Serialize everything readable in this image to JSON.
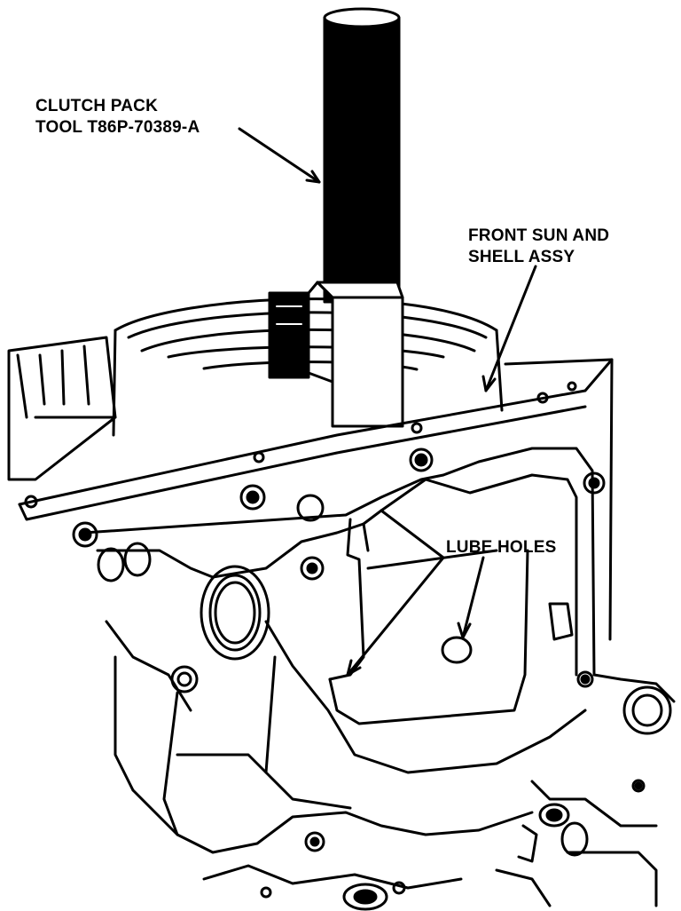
{
  "labels": {
    "clutch_pack_tool": [
      "CLUTCH PACK",
      "TOOL T86P-70389-A"
    ],
    "front_sun_shell": [
      "FRONT SUN AND",
      "SHELL ASSY"
    ],
    "lube_holes": "LUBE HOLES"
  },
  "colors": {
    "ink": "#000000",
    "paper": "#ffffff"
  }
}
